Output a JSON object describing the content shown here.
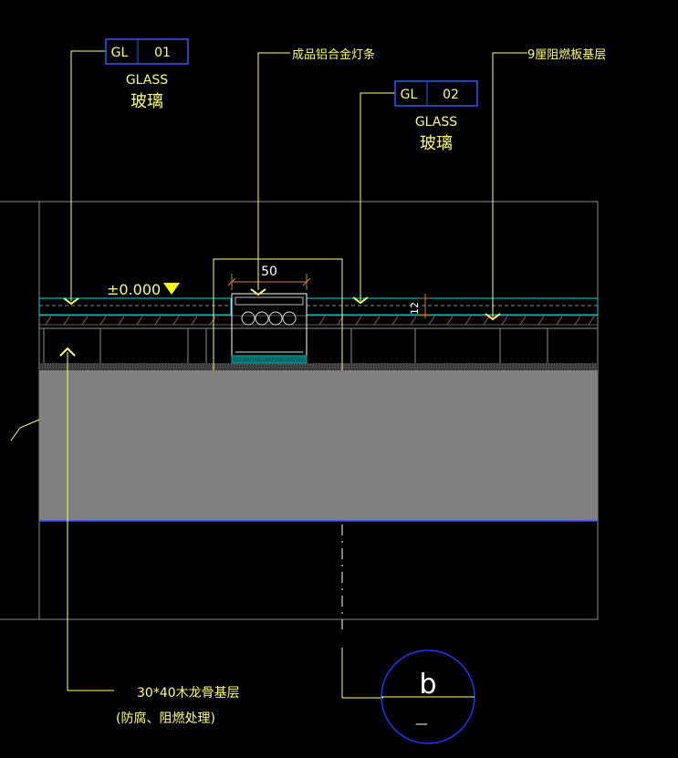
{
  "tags": [
    {
      "code": "GL",
      "num": "01",
      "material_en": "GLASS",
      "material_cn": "玻璃"
    },
    {
      "code": "GL",
      "num": "02",
      "material_en": "GLASS",
      "material_cn": "玻璃"
    }
  ],
  "callouts": {
    "light_strip": "成品铝合金灯条",
    "fire_board": "9厘阻燃板基层",
    "wood_keel_line1": "30*40木龙骨基层",
    "wood_keel_line2": "(防腐、阻燃处理)"
  },
  "level": "±0.000",
  "dims": {
    "width": "50",
    "height": "12"
  },
  "section_mark": {
    "letter": "b",
    "bottom": "—"
  },
  "colors": {
    "background": "#000000",
    "leader": "#ffff66",
    "tag_box": "#3355ff",
    "glass_cyan": "#00d8d8",
    "slab_gray": "#808080",
    "outline": "#9a9a9a",
    "level_triangle": "#ffff00",
    "dim_color": "#c88a1e"
  }
}
